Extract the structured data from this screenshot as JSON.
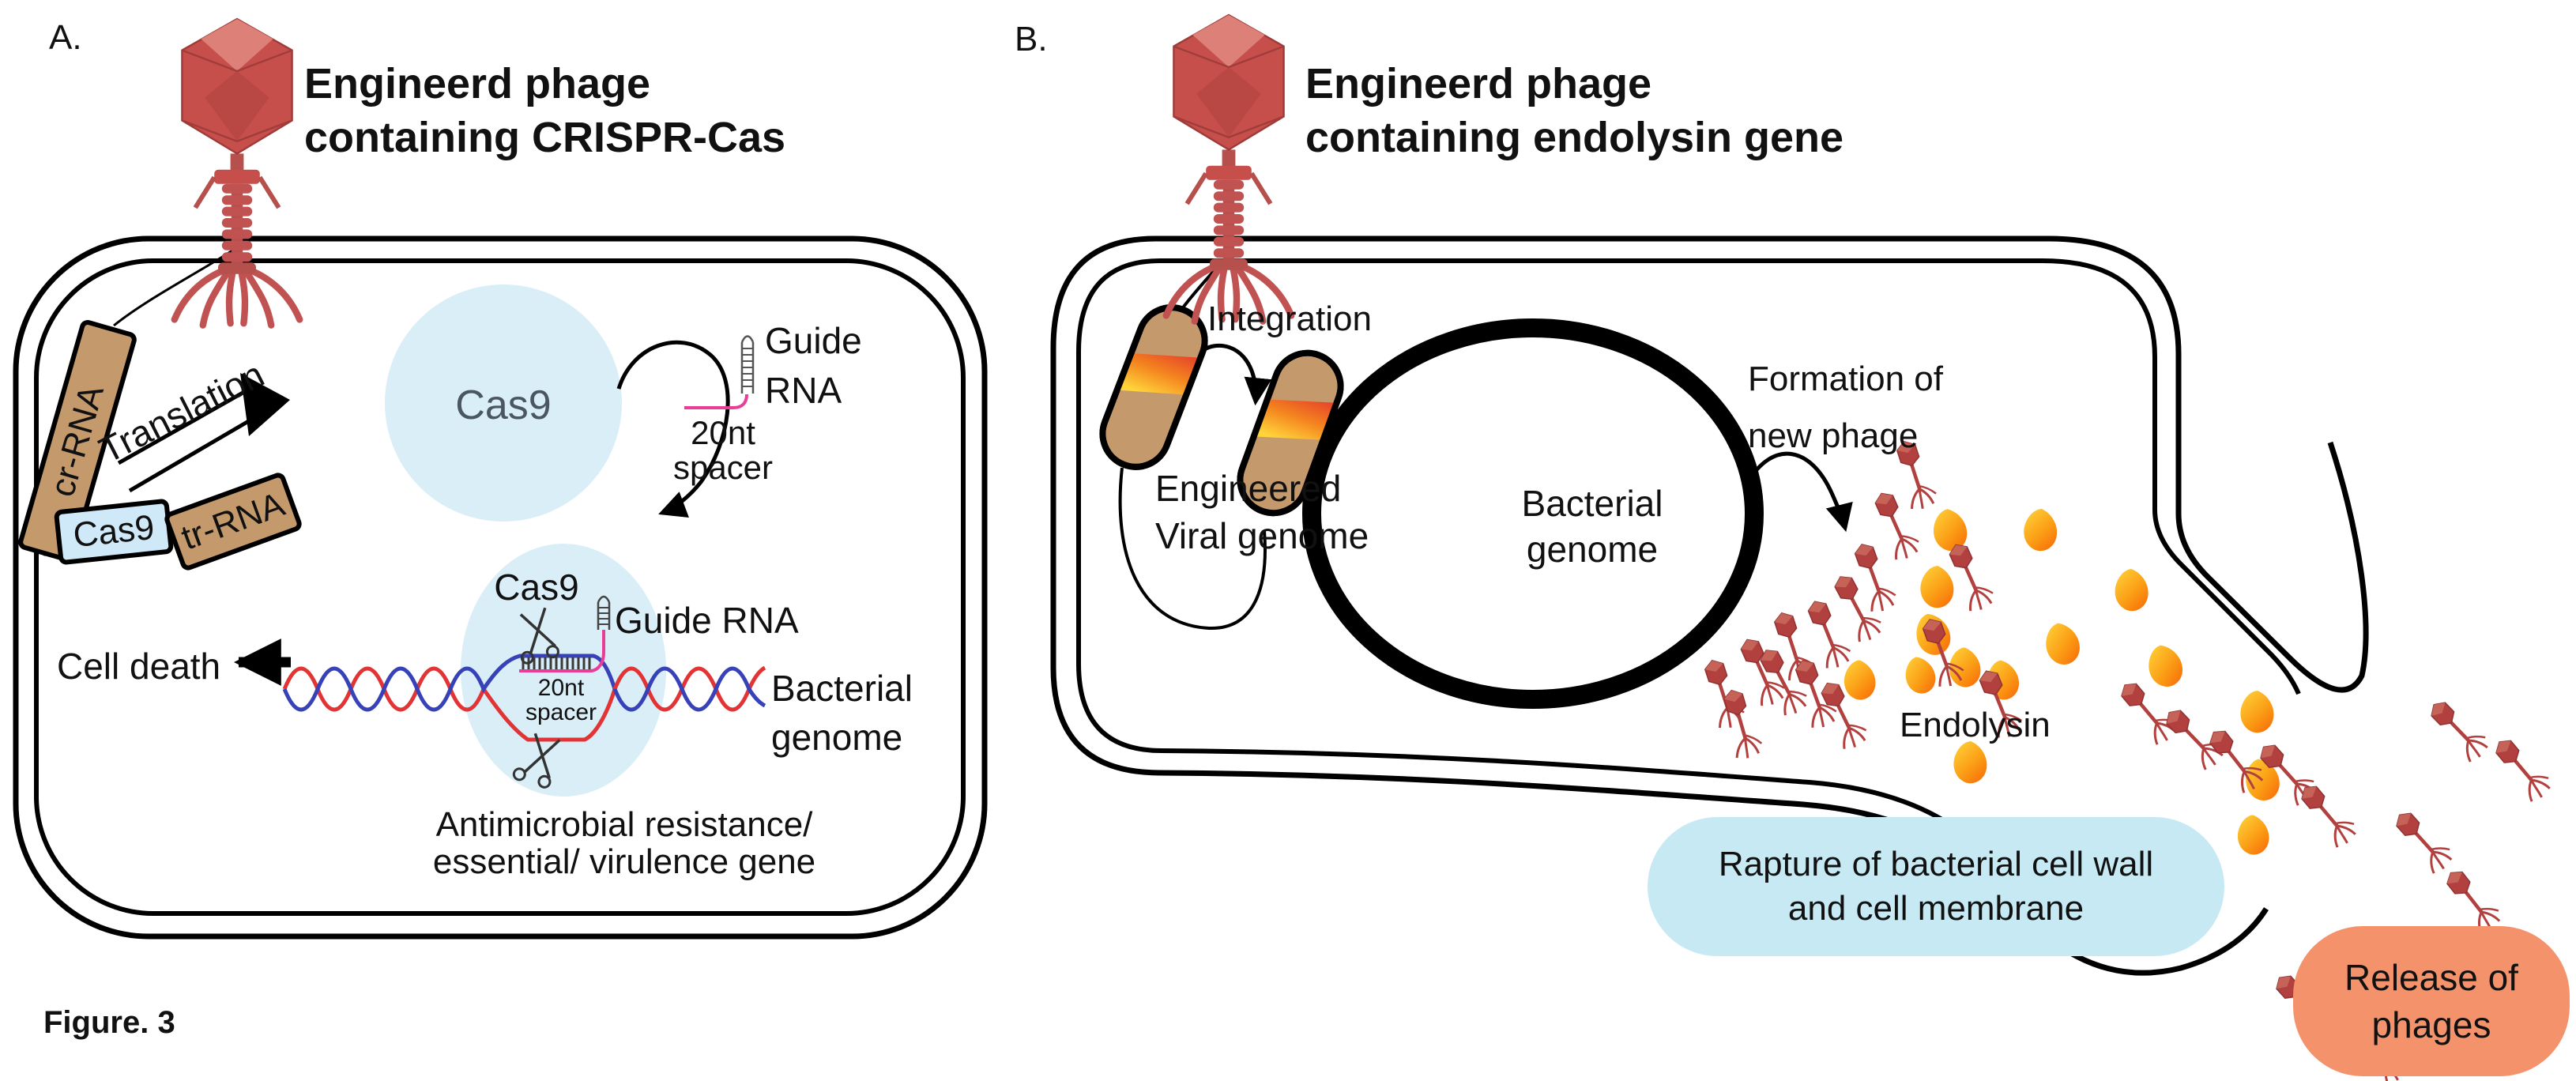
{
  "figure_caption": "Figure. 3",
  "panel_a": {
    "label": "A.",
    "title_line1": "Engineerd phage",
    "title_line2": "containing CRISPR-Cas",
    "cr_rna": "cr-RNA",
    "translation": "Translation",
    "cas9_gene_box": "Cas9",
    "tr_rna": "tr-RNA",
    "cas9_protein": "Cas9",
    "guide_rna_top_line1": "Guide",
    "guide_rna_top_line2": "RNA",
    "spacer_top_line1": "20nt",
    "spacer_top_line2": "spacer",
    "complex_cas9": "Cas9",
    "complex_guide_rna": "Guide RNA",
    "complex_spacer_line1": "20nt",
    "complex_spacer_line2": "spacer",
    "bacterial_genome_line1": "Bacterial",
    "bacterial_genome_line2": "genome",
    "cell_death": "Cell death",
    "gene_line1": "Antimicrobial resistance/",
    "gene_line2": "essential/ virulence gene"
  },
  "panel_b": {
    "label": "B.",
    "title_line1": "Engineerd phage",
    "title_line2": "containing endolysin gene",
    "integration": "Integration",
    "viral_genome_line1": "Engineered",
    "viral_genome_line2": "Viral genome",
    "bacterial_genome_line1": "Bacterial",
    "bacterial_genome_line2": "genome",
    "formation_line1": "Formation of",
    "formation_line2": "new phage",
    "endolysin": "Endolysin",
    "rupture_line1": "Rapture of bacterial cell wall",
    "rupture_line2": "and cell membrane",
    "release_line1": "Release of",
    "release_line2": "phages"
  },
  "colors": {
    "phage_red": "#c74f4b",
    "capsule_tan": "#c49a6d",
    "gene_box_blue": "#cfe9f8",
    "cas9_circle_blue": "#daeef8",
    "guide_rna_pink": "#ea3d97",
    "dna_red": "#e23434",
    "dna_blue": "#3742b8",
    "endolysin_yellow": "#ffd43b",
    "endolysin_orange": "#f76707",
    "rupture_box_blue": "#c7e9f4",
    "release_box_orange": "#f4926c"
  }
}
